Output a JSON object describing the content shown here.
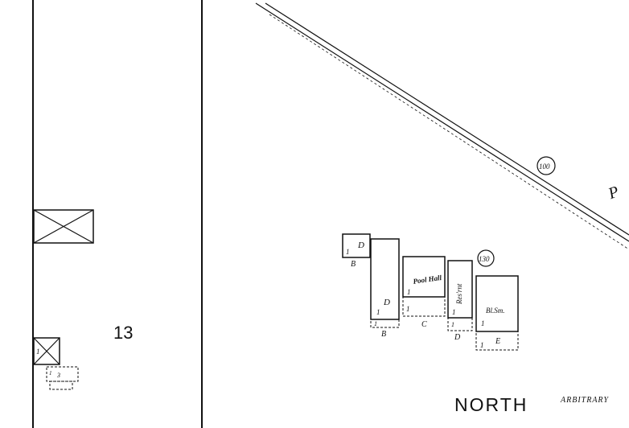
{
  "map": {
    "block_number": "13",
    "street_label": "NORTH",
    "street_note": "ARBITRARY",
    "rail_initial": "P",
    "address_markers": [
      "100",
      "130"
    ],
    "lot_letters": [
      "B",
      "B",
      "C",
      "D",
      "E"
    ],
    "buildings": {
      "b1": {
        "story": "1",
        "use": "D"
      },
      "b2": {
        "story": "1",
        "use": "D"
      },
      "pool_hall": {
        "story": "1",
        "use": "Pool Hall"
      },
      "restaurant": {
        "story": "1",
        "use": "Res'rnt"
      },
      "bl_shop": {
        "story": "1",
        "use": "Bl.Sm."
      }
    },
    "rear_story_marks": [
      "1",
      "1",
      "1",
      "1"
    ],
    "left_small_label": "3",
    "left_small_sub": "1",
    "left_box_mark": "1"
  }
}
